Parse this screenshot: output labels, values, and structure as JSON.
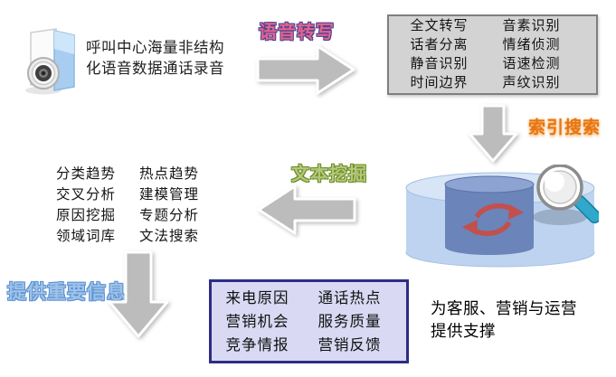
{
  "canvas": {
    "bg": "#ffffff"
  },
  "source": {
    "icon": "audio-folder-icon",
    "line1": "呼叫中心海量非结构",
    "line2": "化语音数据通话录音"
  },
  "flow_labels": {
    "speech": {
      "text": "语音转写",
      "color": "#e2648f",
      "outline": "#4a3f8f"
    },
    "index": {
      "text": "索引搜索",
      "color": "#e8750f",
      "glow": "rgba(240,150,60,0.65)"
    },
    "mining": {
      "text": "文本挖掘",
      "color": "#b3c77e",
      "outline": "#6d8e22"
    },
    "info": {
      "text": "提供重要信息",
      "color": "#9dc3e6",
      "outline": "#5b8fd4"
    }
  },
  "asr_box": {
    "bg": "#d3d3d3",
    "border": "#7f7f7f",
    "rows": [
      [
        "全文转写",
        "音素识别"
      ],
      [
        "话者分离",
        "情绪侦测"
      ],
      [
        "静音识别",
        "语速检测"
      ],
      [
        "时间边界",
        "声纹识别"
      ]
    ]
  },
  "mining_list": {
    "rows": [
      [
        "分类趋势",
        "热点趋势"
      ],
      [
        "交叉分析",
        "建模管理"
      ],
      [
        "原因挖掘",
        "专题分析"
      ],
      [
        "领域词库",
        "文法搜索"
      ]
    ]
  },
  "insight_box": {
    "bg": "#d9d9f3",
    "border": "#2d2d86",
    "rows": [
      [
        "来电原因",
        "通话热点"
      ],
      [
        "营销机会",
        "服务质量"
      ],
      [
        "竞争情报",
        "营销反馈"
      ]
    ]
  },
  "support": {
    "line1": "为客服、营销与运营",
    "line2": "提供支撑"
  },
  "colors": {
    "arrow_fill": "#bcbcbc",
    "db_outer": "#bdd3ef",
    "db_outer_top": "#d7e5f7",
    "db_inner": "#6b84ba",
    "db_inner_top": "#8da4d3",
    "refresh": "#c2504b",
    "magnifier_handle": "#2fa8cc"
  }
}
